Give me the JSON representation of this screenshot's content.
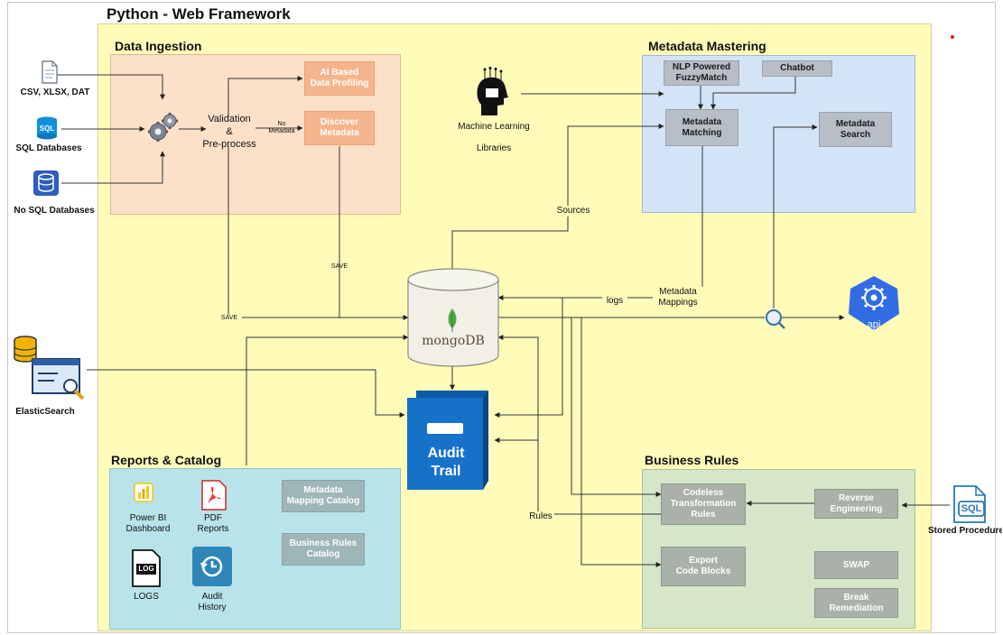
{
  "title": "Python - Web Framework",
  "sources": {
    "files": "CSV, XLSX, DAT",
    "sql": "SQL Databases",
    "sql_icon": "SQL",
    "nosql": "No SQL Databases",
    "elastic": "ElasticSearch"
  },
  "ingestion": {
    "title": "Data Ingestion",
    "validation": "Validation\n&\nPre-process",
    "no_metadata": "No\nMetadata",
    "profiling": "AI Based\nData Profiling",
    "discover": "Discover\nMetadata",
    "save_label": "SAVE"
  },
  "ml": {
    "label": "Machine Learning\n\nLibraries"
  },
  "mastering": {
    "title": "Metadata Mastering",
    "nlp": "NLP Powered\nFuzzyMatch",
    "chatbot": "Chatbot",
    "matching": "Metadata\nMatching",
    "search": "Metadata\nSearch"
  },
  "edges": {
    "sources": "Sources",
    "logs": "logs",
    "mappings": "Metadata\nMappings",
    "rules": "Rules"
  },
  "center": {
    "mongo": "mongoDB",
    "audit": "Audit\nTrail"
  },
  "api": {
    "label": "api"
  },
  "reports": {
    "title": "Reports & Catalog",
    "powerbi": "Power BI\nDashboard",
    "pdf": "PDF\nReports",
    "log_icon": "LOG",
    "logs": "LOGS",
    "audit_history": "Audit\nHistory",
    "mapping_catalog": "Metadata\nMapping Catalog",
    "rules_catalog": "Business Rules\nCatalog"
  },
  "rules_panel": {
    "title": "Business Rules",
    "codeless": "Codeless\nTransformation\nRules",
    "reverse": "Reverse\nEngineering",
    "export": "Export\nCode Blocks",
    "swap": "SWAP",
    "break": "Break\nRemediation"
  },
  "stored": {
    "label": "Stored Procedure",
    "icon": "SQL"
  },
  "colors": {
    "framework_bg": "#fffbb9",
    "ingestion_bg": "#fde0c8",
    "mastering_bg": "#d4e4f7",
    "reports_bg": "#b9e3ea",
    "rules_bg": "#d5e6c9",
    "mongo_green": "#4faa41",
    "audit_blue": "#0e5aa8",
    "api_blue": "#326ce5"
  }
}
